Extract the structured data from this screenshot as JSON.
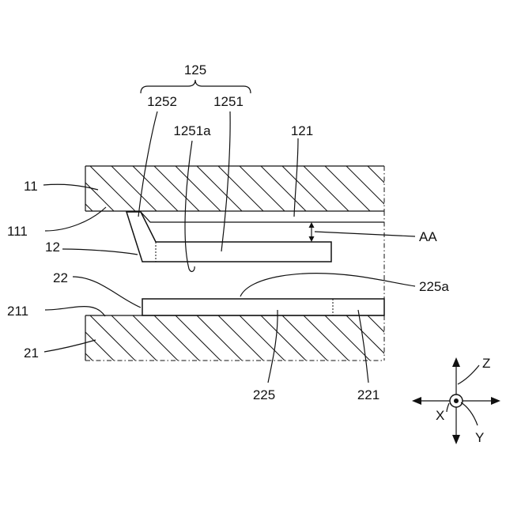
{
  "labels": {
    "l125": "125",
    "l1252": "1252",
    "l1251": "1251",
    "l1251a": "1251a",
    "l121": "121",
    "l11": "11",
    "l111": "111",
    "l12": "12",
    "lAA": "AA",
    "l22": "22",
    "l225a": "225a",
    "l211": "211",
    "l21": "21",
    "l225": "225",
    "l221": "221"
  },
  "axes": {
    "z": "Z",
    "x": "X",
    "y": "Y"
  }
}
